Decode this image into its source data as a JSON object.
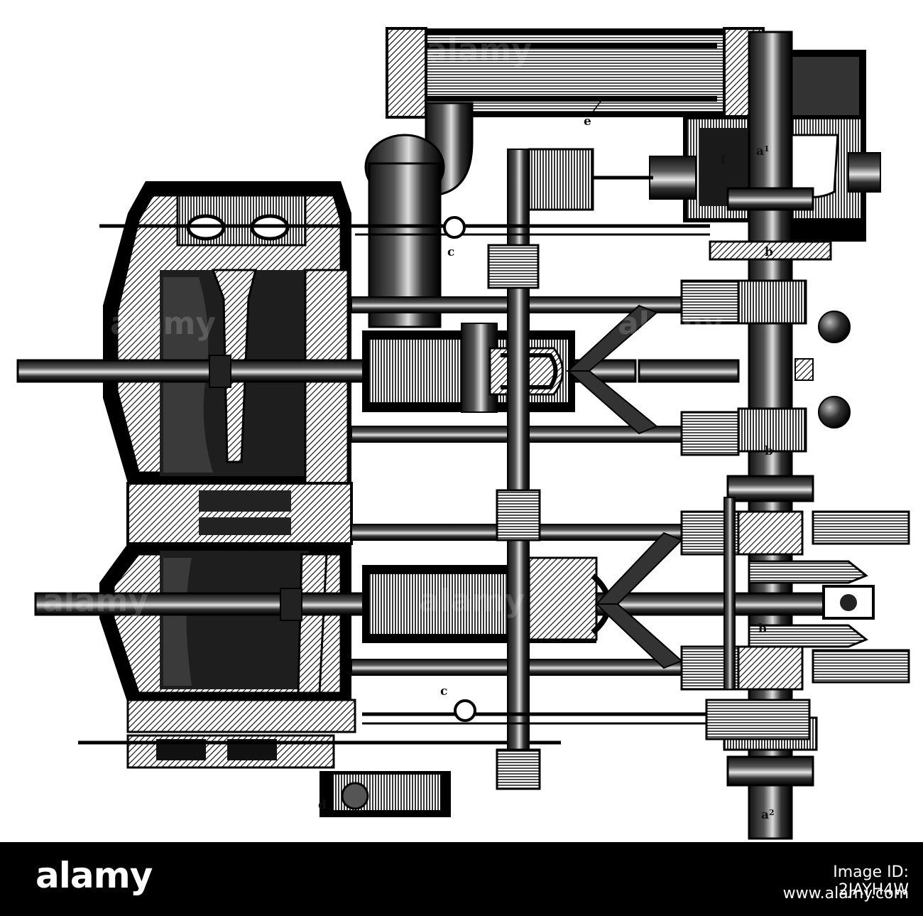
{
  "labels": {
    "e": "e",
    "a1": "a",
    "a1_sup": "1",
    "f": "f",
    "b_upper": "b",
    "c_upper": "c",
    "b_mid": "b",
    "b_lower": "b",
    "c_lower": "c",
    "d": "d",
    "a2": "a",
    "a2_sup": "2"
  },
  "watermark": "alamy",
  "footer": {
    "brand": "alamy",
    "image_id": "Image ID: 2JAYH4W",
    "site": "www.alamy.com"
  }
}
